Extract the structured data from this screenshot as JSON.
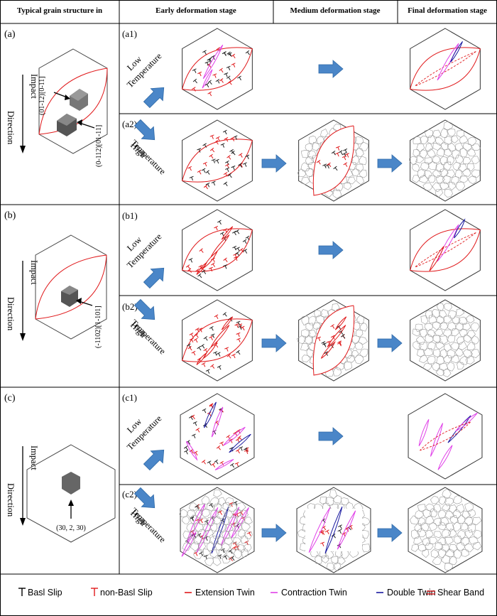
{
  "headers": {
    "col0": "Typical grain structure in",
    "col1": "Early deformation stage",
    "col2": "Medium deformation stage",
    "col3": "Final deformation stage"
  },
  "rows": [
    {
      "label": "(a)",
      "orientations": [
        "(01-12)[0-11]",
        "(0-112)[01-11]"
      ],
      "sub": [
        {
          "label": "(a1)",
          "temperature": [
            "Low",
            "Temperature"
          ]
        },
        {
          "label": "(a2)",
          "temperature": [
            "High",
            "Temperature"
          ]
        }
      ]
    },
    {
      "label": "(b)",
      "orientations": [
        "(-1102)[1-101]"
      ],
      "sub": [
        {
          "label": "(b1)",
          "temperature": [
            "Low",
            "Temperature"
          ]
        },
        {
          "label": "(b2)",
          "temperature": [
            "High",
            "Temperature"
          ]
        }
      ]
    },
    {
      "label": "(c)",
      "orientations": [
        "(30, 2, 30)"
      ],
      "sub": [
        {
          "label": "(c1)",
          "temperature": [
            "Low",
            "Temperature"
          ]
        },
        {
          "label": "(c2)",
          "temperature": [
            "High",
            "Temperature"
          ]
        }
      ]
    }
  ],
  "impact": [
    "Impact",
    "Direction"
  ],
  "legend": [
    {
      "label": "Basl Slip",
      "color": "#000000",
      "symbol": "slip"
    },
    {
      "label": "non-Basl Slip",
      "color": "#e0191b",
      "symbol": "slip"
    },
    {
      "label": "Extension Twin",
      "color": "#e0191b",
      "symbol": "line"
    },
    {
      "label": "Contraction Twin",
      "color": "#e040e8",
      "symbol": "line"
    },
    {
      "label": "Double Twin",
      "color": "#1a1aa0",
      "symbol": "line"
    },
    {
      "label": "Shear Band",
      "color": "#e0191b",
      "symbol": "double"
    }
  ],
  "colors": {
    "arrow": "#4a86c8",
    "grain": "#666666",
    "grid": "#999999"
  }
}
